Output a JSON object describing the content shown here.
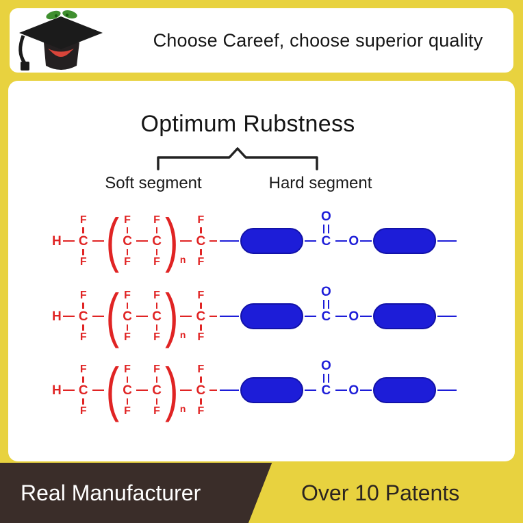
{
  "colors": {
    "yellow": "#e8d23f",
    "red": "#e02424",
    "blue": "#1d1dd8",
    "dark": "#3a2d29"
  },
  "header": {
    "tagline": "Choose Careef, choose superior quality",
    "logo": "graduation-cap"
  },
  "diagram": {
    "title": "Optimum Rubstness",
    "soft_label": "Soft segment",
    "hard_label": "Hard segment",
    "bracket_open": "(",
    "bracket_close": ")",
    "rows": 3,
    "atoms": {
      "h": "H",
      "c": "C",
      "f": "F",
      "o": "O",
      "sub_n": "n"
    }
  },
  "footer": {
    "left": "Real Manufacturer",
    "right": "Over 10 Patents"
  }
}
